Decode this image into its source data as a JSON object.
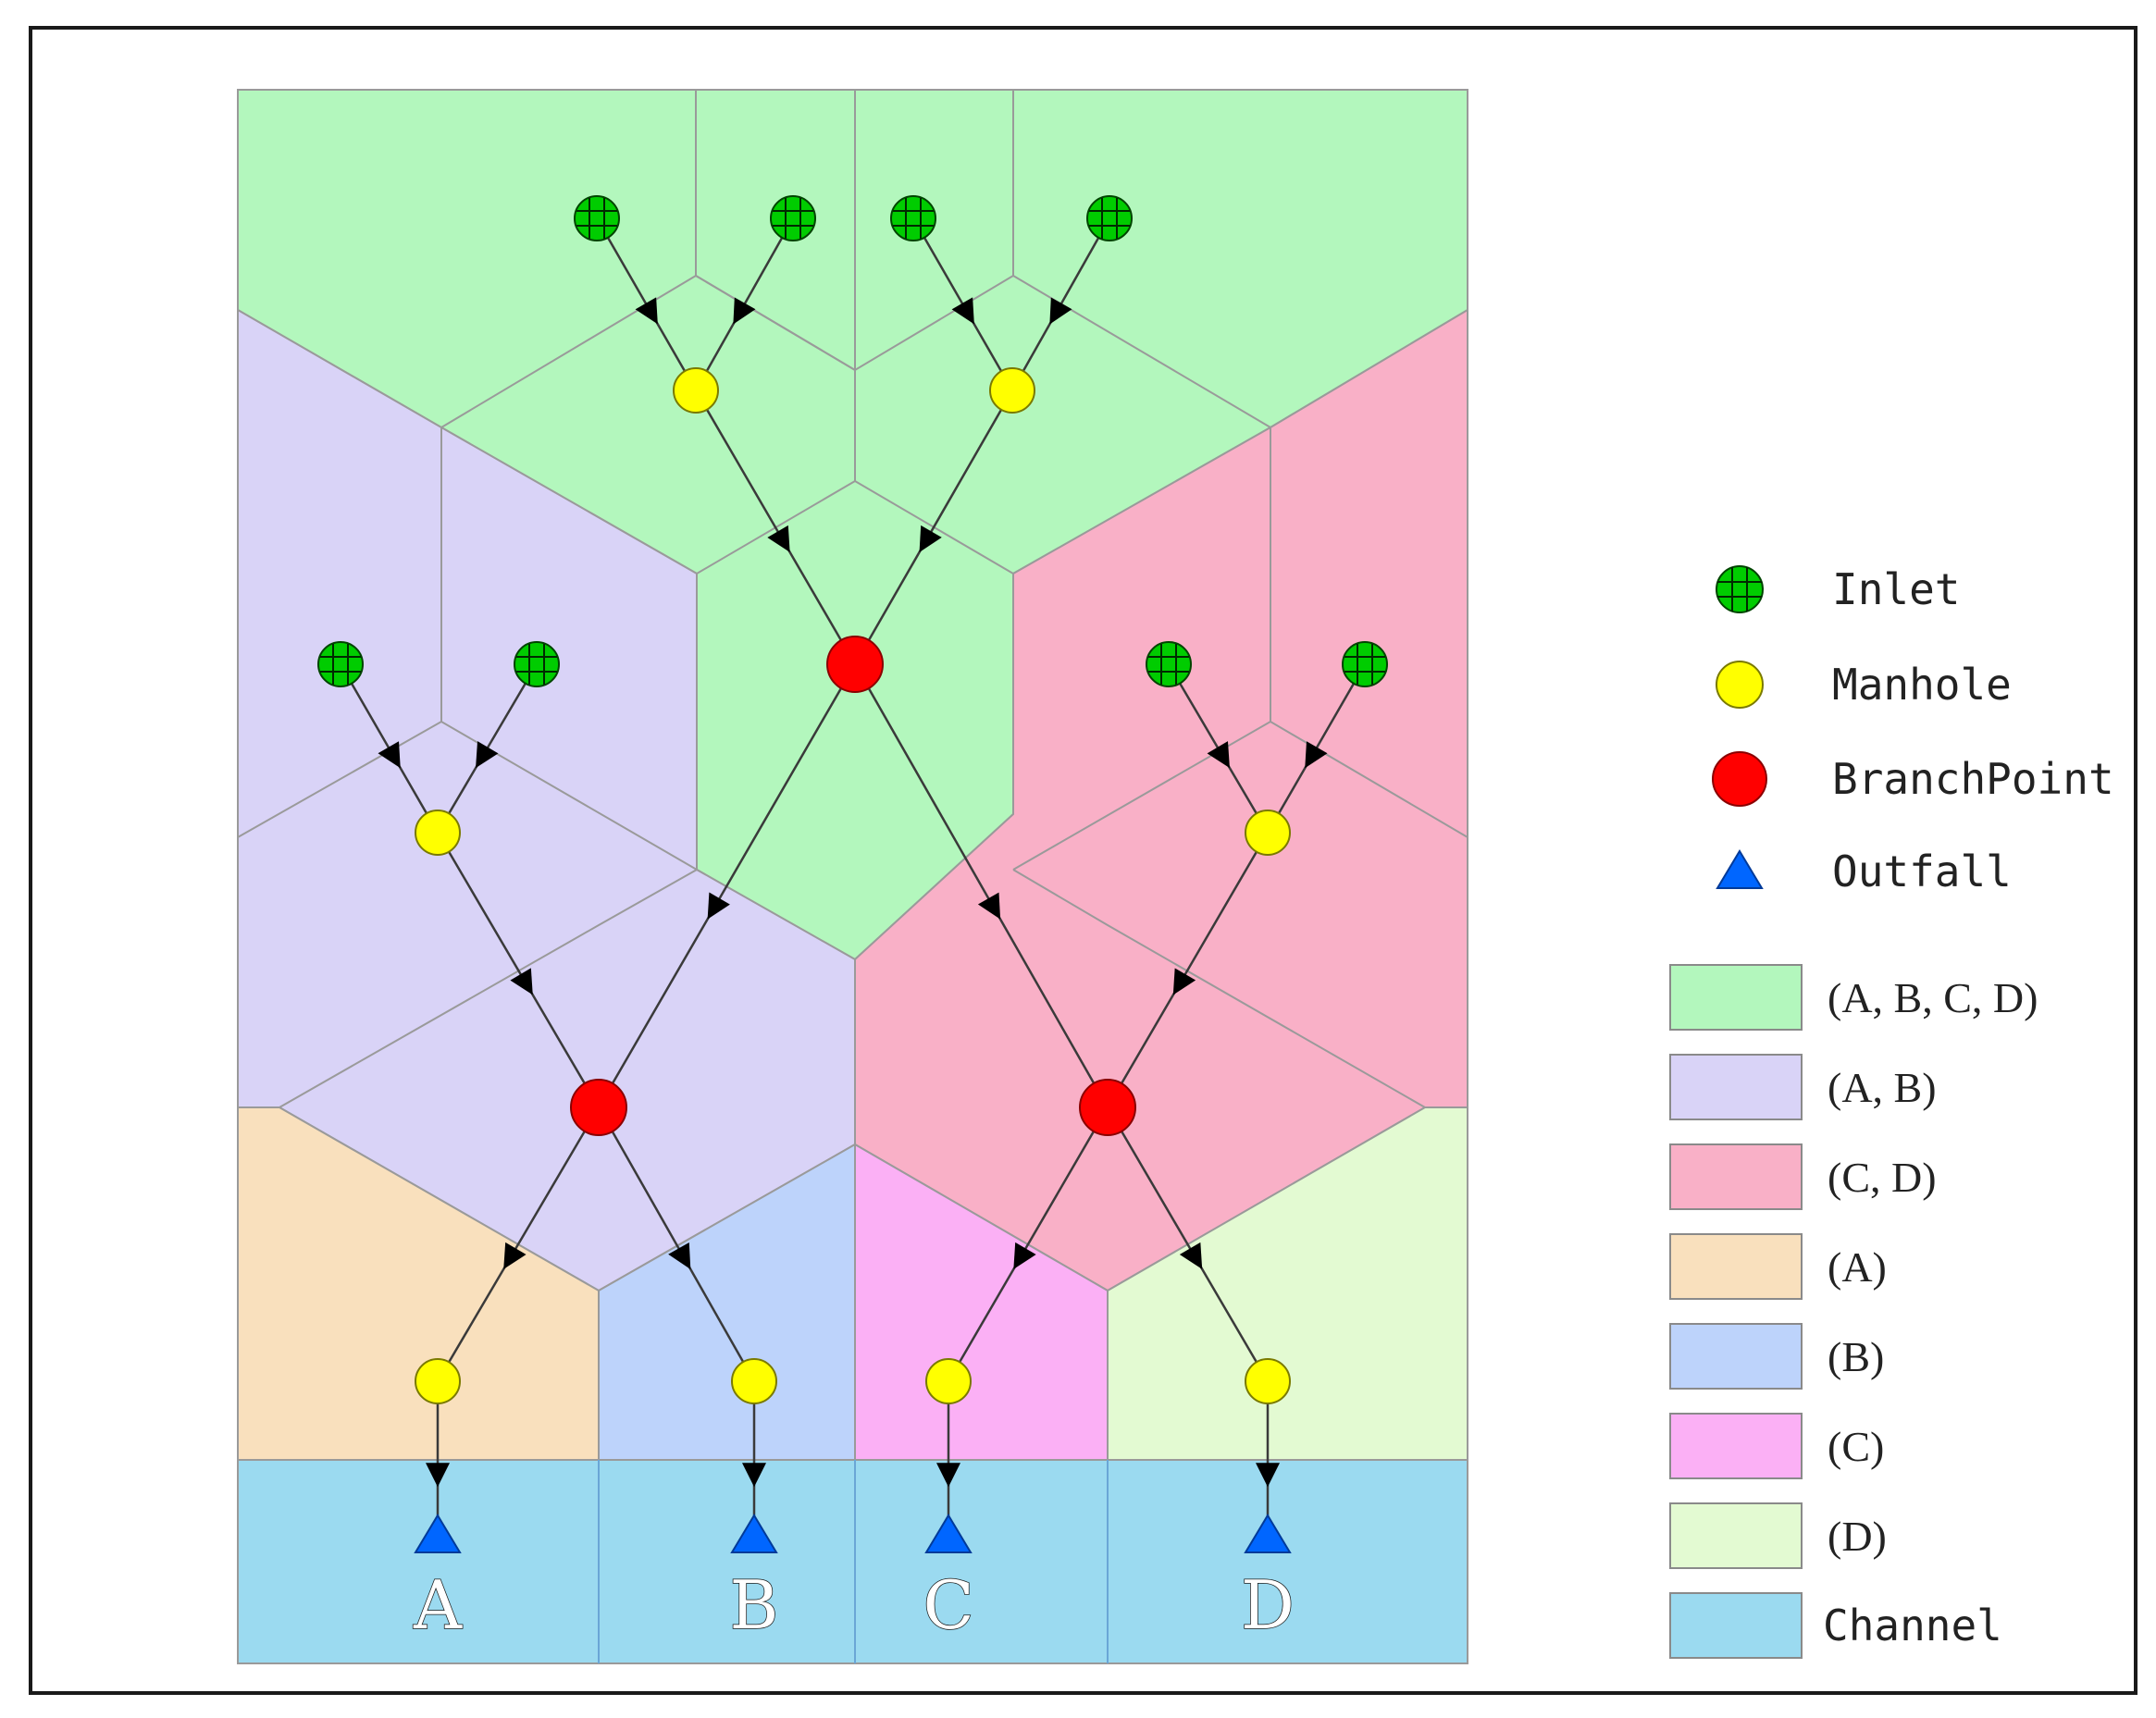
{
  "outfall_labels": [
    "A",
    "B",
    "C",
    "D"
  ],
  "legend": {
    "symbols": [
      {
        "key": "inlet",
        "label": "Inlet",
        "icon": "inlet-icon",
        "color": "#00cc00"
      },
      {
        "key": "manhole",
        "label": "Manhole",
        "icon": "manhole-icon",
        "color": "#ffff00"
      },
      {
        "key": "branch",
        "label": "BranchPoint",
        "icon": "branch-point-icon",
        "color": "#ff0000"
      },
      {
        "key": "outfall",
        "label": "Outfall",
        "icon": "outfall-icon",
        "color": "#0066ff"
      }
    ],
    "regions": [
      {
        "key": "abcd",
        "label": "(A, B, C, D)",
        "color": "#b3f7bd"
      },
      {
        "key": "ab",
        "label": "(A, B)",
        "color": "#d9d3f7"
      },
      {
        "key": "cd",
        "label": "(C, D)",
        "color": "#f9b0c7"
      },
      {
        "key": "a",
        "label": "(A)",
        "color": "#f9e0bd"
      },
      {
        "key": "b",
        "label": "(B)",
        "color": "#bdd3fb"
      },
      {
        "key": "c",
        "label": "(C)",
        "color": "#fbb0f5"
      },
      {
        "key": "d",
        "label": "(D)",
        "color": "#e3fad2"
      },
      {
        "key": "channel",
        "label": "Channel",
        "color": "#9bdaf0"
      }
    ]
  },
  "colors": {
    "frame": "#1a1a1a",
    "pipe": "#3a3a3a",
    "arrow": "#000000",
    "boundary": "#9a9a9a"
  }
}
